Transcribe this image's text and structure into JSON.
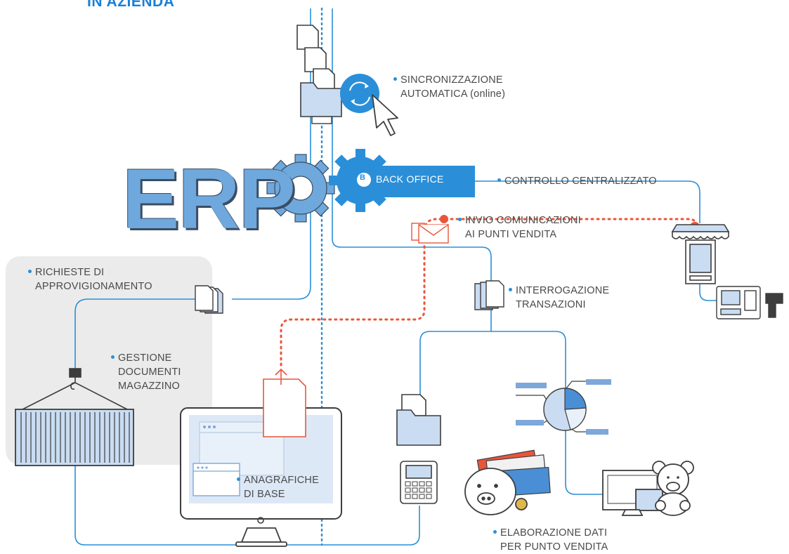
{
  "heading": "IN AZIENDA",
  "logo": {
    "text": "ERP",
    "badge": "B"
  },
  "back_office": "BACK OFFICE",
  "labels": {
    "sync": [
      "SINCRONIZZAZIONE",
      "AUTOMATICA (online)"
    ],
    "control": [
      "CONTROLLO CENTRALIZZATO"
    ],
    "invio": [
      "INVIO COMUNICAZIONI",
      "AI PUNTI VENDITA"
    ],
    "richieste": [
      "RICHIESTE DI",
      "APPROVIGIONAMENTO"
    ],
    "interrogazione": [
      "INTERROGAZIONE",
      "TRANSAZIONI"
    ],
    "gestione": [
      "GESTIONE",
      "DOCUMENTI",
      "MAGAZZINO"
    ],
    "anagrafiche": [
      "ANAGRAFICHE",
      "DI BASE"
    ],
    "elaborazione": [
      "ELABORAZIONE DATI",
      "PER PUNTO VENDITA"
    ]
  },
  "colors": {
    "accent": "#2a8fd8",
    "red": "#e9553a",
    "fill": "#c9dcf2",
    "stroke": "#3d3d3d",
    "panel": "#ebebeb"
  }
}
